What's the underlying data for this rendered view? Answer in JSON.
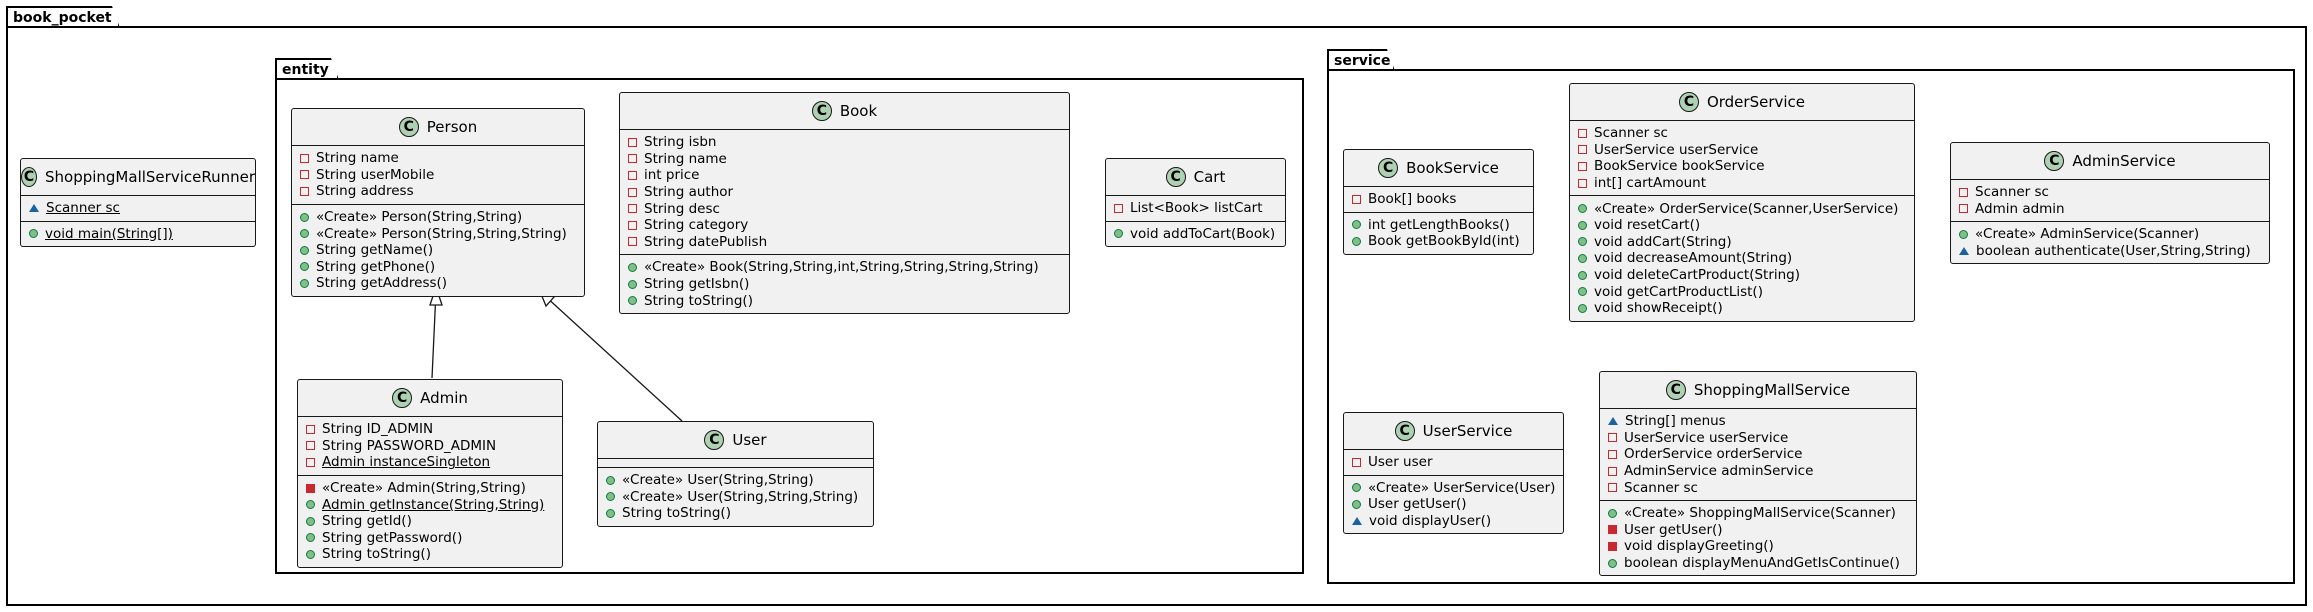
{
  "packages": {
    "root": "book_pocket",
    "entity": "entity",
    "service": "service"
  },
  "classes": {
    "runner": {
      "name": "ShoppingMallServiceRunner",
      "fields": [
        {
          "vis": "package-field",
          "text": "Scanner sc",
          "static": true
        }
      ],
      "methods": [
        {
          "vis": "public-method",
          "text": "void main(String[])",
          "static": true
        }
      ]
    },
    "person": {
      "name": "Person",
      "fields": [
        {
          "vis": "private",
          "text": "String name"
        },
        {
          "vis": "private",
          "text": "String userMobile"
        },
        {
          "vis": "private",
          "text": "String address"
        }
      ],
      "methods": [
        {
          "vis": "public-method",
          "text": "«Create» Person(String,String)"
        },
        {
          "vis": "public-method",
          "text": "«Create» Person(String,String,String)"
        },
        {
          "vis": "public-method",
          "text": "String getName()"
        },
        {
          "vis": "public-method",
          "text": "String getPhone()"
        },
        {
          "vis": "public-method",
          "text": "String getAddress()"
        }
      ]
    },
    "book": {
      "name": "Book",
      "fields": [
        {
          "vis": "private",
          "text": "String isbn"
        },
        {
          "vis": "private",
          "text": "String name"
        },
        {
          "vis": "private",
          "text": "int price"
        },
        {
          "vis": "private",
          "text": "String author"
        },
        {
          "vis": "private",
          "text": "String desc"
        },
        {
          "vis": "private",
          "text": "String category"
        },
        {
          "vis": "private",
          "text": "String datePublish"
        }
      ],
      "methods": [
        {
          "vis": "public-method",
          "text": "«Create» Book(String,String,int,String,String,String,String)"
        },
        {
          "vis": "public-method",
          "text": "String getIsbn()"
        },
        {
          "vis": "public-method",
          "text": "String toString()"
        }
      ]
    },
    "cart": {
      "name": "Cart",
      "fields": [
        {
          "vis": "private",
          "text": "List<Book> listCart"
        }
      ],
      "methods": [
        {
          "vis": "public-method",
          "text": "void addToCart(Book)"
        }
      ]
    },
    "admin": {
      "name": "Admin",
      "fields": [
        {
          "vis": "private",
          "text": "String ID_ADMIN"
        },
        {
          "vis": "private",
          "text": "String PASSWORD_ADMIN"
        },
        {
          "vis": "private",
          "text": "Admin instanceSingleton",
          "static": true
        }
      ],
      "methods": [
        {
          "vis": "private-method",
          "text": "«Create» Admin(String,String)"
        },
        {
          "vis": "public-method",
          "text": "Admin getInstance(String,String)",
          "static": true
        },
        {
          "vis": "public-method",
          "text": "String getId()"
        },
        {
          "vis": "public-method",
          "text": "String getPassword()"
        },
        {
          "vis": "public-method",
          "text": "String toString()"
        }
      ]
    },
    "user": {
      "name": "User",
      "fields": [],
      "methods": [
        {
          "vis": "public-method",
          "text": "«Create» User(String,String)"
        },
        {
          "vis": "public-method",
          "text": "«Create» User(String,String,String)"
        },
        {
          "vis": "public-method",
          "text": "String toString()"
        }
      ]
    },
    "bookService": {
      "name": "BookService",
      "fields": [
        {
          "vis": "private",
          "text": "Book[] books"
        }
      ],
      "methods": [
        {
          "vis": "public-method",
          "text": "int getLengthBooks()"
        },
        {
          "vis": "public-method",
          "text": "Book getBookById(int)"
        }
      ]
    },
    "orderService": {
      "name": "OrderService",
      "fields": [
        {
          "vis": "private",
          "text": "Scanner sc"
        },
        {
          "vis": "private",
          "text": "UserService userService"
        },
        {
          "vis": "private",
          "text": "BookService bookService"
        },
        {
          "vis": "private",
          "text": "int[] cartAmount"
        }
      ],
      "methods": [
        {
          "vis": "public-method",
          "text": "«Create» OrderService(Scanner,UserService)"
        },
        {
          "vis": "public-method",
          "text": "void resetCart()"
        },
        {
          "vis": "public-method",
          "text": "void addCart(String)"
        },
        {
          "vis": "public-method",
          "text": "void decreaseAmount(String)"
        },
        {
          "vis": "public-method",
          "text": "void deleteCartProduct(String)"
        },
        {
          "vis": "public-method",
          "text": "void getCartProductList()"
        },
        {
          "vis": "public-method",
          "text": "void showReceipt()"
        }
      ]
    },
    "adminService": {
      "name": "AdminService",
      "fields": [
        {
          "vis": "private",
          "text": "Scanner sc"
        },
        {
          "vis": "private",
          "text": "Admin admin"
        }
      ],
      "methods": [
        {
          "vis": "public-method",
          "text": "«Create» AdminService(Scanner)"
        },
        {
          "vis": "package",
          "text": "boolean authenticate(User,String,String)"
        }
      ]
    },
    "userService": {
      "name": "UserService",
      "fields": [
        {
          "vis": "private",
          "text": "User user"
        }
      ],
      "methods": [
        {
          "vis": "public-method",
          "text": "«Create» UserService(User)"
        },
        {
          "vis": "public-method",
          "text": "User getUser()"
        },
        {
          "vis": "package",
          "text": "void displayUser()"
        }
      ]
    },
    "shoppingMallService": {
      "name": "ShoppingMallService",
      "fields": [
        {
          "vis": "package-field",
          "text": "String[] menus"
        },
        {
          "vis": "private",
          "text": "UserService userService"
        },
        {
          "vis": "private",
          "text": "OrderService orderService"
        },
        {
          "vis": "private",
          "text": "AdminService adminService"
        },
        {
          "vis": "private",
          "text": "Scanner sc"
        }
      ],
      "methods": [
        {
          "vis": "public-method",
          "text": "«Create» ShoppingMallService(Scanner)"
        },
        {
          "vis": "private-method",
          "text": "User getUser()"
        },
        {
          "vis": "private-method",
          "text": "void displayGreeting()"
        },
        {
          "vis": "public-method",
          "text": "boolean displayMenuAndGetIsContinue()"
        }
      ]
    }
  },
  "class_icon_letter": "C",
  "colors": {
    "class_fill": "#f1f1f1",
    "class_icon": "#add1b2",
    "private": "#c82930",
    "public": "#038048",
    "package": "#1963a0"
  }
}
